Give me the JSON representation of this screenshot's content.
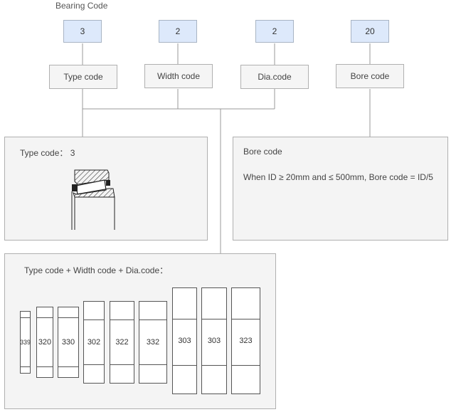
{
  "diagram": {
    "title": "Bearing Code",
    "codes": [
      {
        "value": "3",
        "label": "Type code"
      },
      {
        "value": "2",
        "label": "Width code"
      },
      {
        "value": "2",
        "label": "Dia.code"
      },
      {
        "value": "20",
        "label": "Bore code"
      }
    ],
    "type_panel": {
      "heading": "Type code： 3",
      "image_name": "tapered-roller-bearing-section"
    },
    "bore_panel": {
      "heading": "Bore code",
      "text": "When ID ≥ 20mm and ≤ 500mm, Bore code = ID/5"
    },
    "series_panel": {
      "heading": "Type code + Width code + Dia.code：",
      "series": [
        "339",
        "320",
        "330",
        "302",
        "322",
        "332",
        "303",
        "303",
        "323"
      ]
    }
  },
  "colors": {
    "code_box_fill": "#dde9fb",
    "panel_fill": "#f4f4f4",
    "border": "#b0b0b0",
    "connector": "#999999"
  }
}
